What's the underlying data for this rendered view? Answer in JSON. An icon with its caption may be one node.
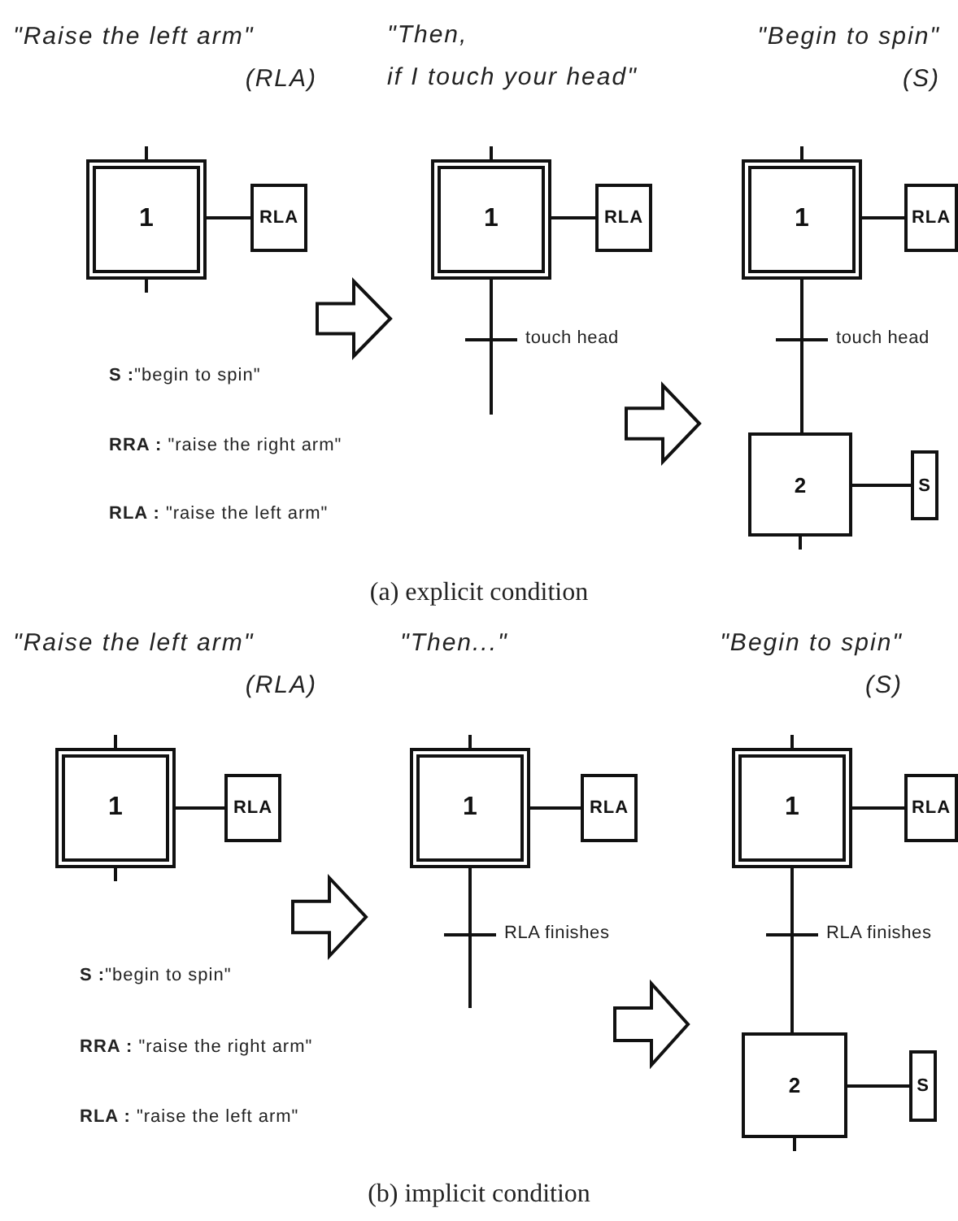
{
  "diagram": {
    "nodes": [
      {
        "text": [
          "1"
        ]
      },
      {
        "text": [
          "RLA"
        ]
      },
      {
        "text": [
          "1"
        ]
      },
      {
        "text": [
          "RLA"
        ]
      },
      {
        "text": [
          "1"
        ]
      },
      {
        "text": [
          "RLA"
        ]
      },
      {
        "text": [
          "2"
        ]
      },
      {
        "text": [
          "S"
        ]
      },
      {
        "text": [
          "1"
        ]
      },
      {
        "text": [
          "RLA"
        ]
      },
      {
        "text": [
          "1"
        ]
      },
      {
        "text": [
          "RLA"
        ]
      },
      {
        "text": [
          "1"
        ]
      },
      {
        "text": [
          "RLA"
        ]
      },
      {
        "text": [
          "2"
        ]
      },
      {
        "text": [
          "S"
        ]
      }
    ],
    "edges": [
      {
        "from": 0,
        "to": 1,
        "arrow": "none"
      },
      {
        "from": 2,
        "to": 3,
        "arrow": "none"
      },
      {
        "from": 2,
        "to": null,
        "arrow": "none",
        "label": "touch head"
      },
      {
        "from": 4,
        "to": 5,
        "arrow": "none"
      },
      {
        "from": 4,
        "to": 6,
        "arrow": "none",
        "label": "touch head"
      },
      {
        "from": 6,
        "to": 7,
        "arrow": "none"
      },
      {
        "from": 8,
        "to": 9,
        "arrow": "none"
      },
      {
        "from": 10,
        "to": 11,
        "arrow": "none"
      },
      {
        "from": 10,
        "to": null,
        "arrow": "none",
        "label": "RLA finishes"
      },
      {
        "from": 12,
        "to": 13,
        "arrow": "none"
      },
      {
        "from": 12,
        "to": 14,
        "arrow": "none",
        "label": "RLA finishes"
      },
      {
        "from": 14,
        "to": 15,
        "arrow": "none"
      }
    ],
    "labels": [
      "\"Raise the left arm\"",
      "(RLA)",
      "\"Then, if I touch your head\"",
      "\"Begin to spin\"",
      "(S)",
      "**S :**\"begin to spin\"",
      "**RRA :** \"raise the right arm\"",
      "**RLA :** \"raise the left arm\"",
      "(a) explicit condition",
      "\"Raise the left arm\"",
      "(RLA)",
      "\"Then...\"",
      "\"Begin to spin\"",
      "(S)",
      "**S :**\"begin to spin\"",
      "**RRA :** \"raise the right arm\"",
      "**RLA :** \"raise the left arm\"",
      "(b) implicit condition"
    ]
  }
}
